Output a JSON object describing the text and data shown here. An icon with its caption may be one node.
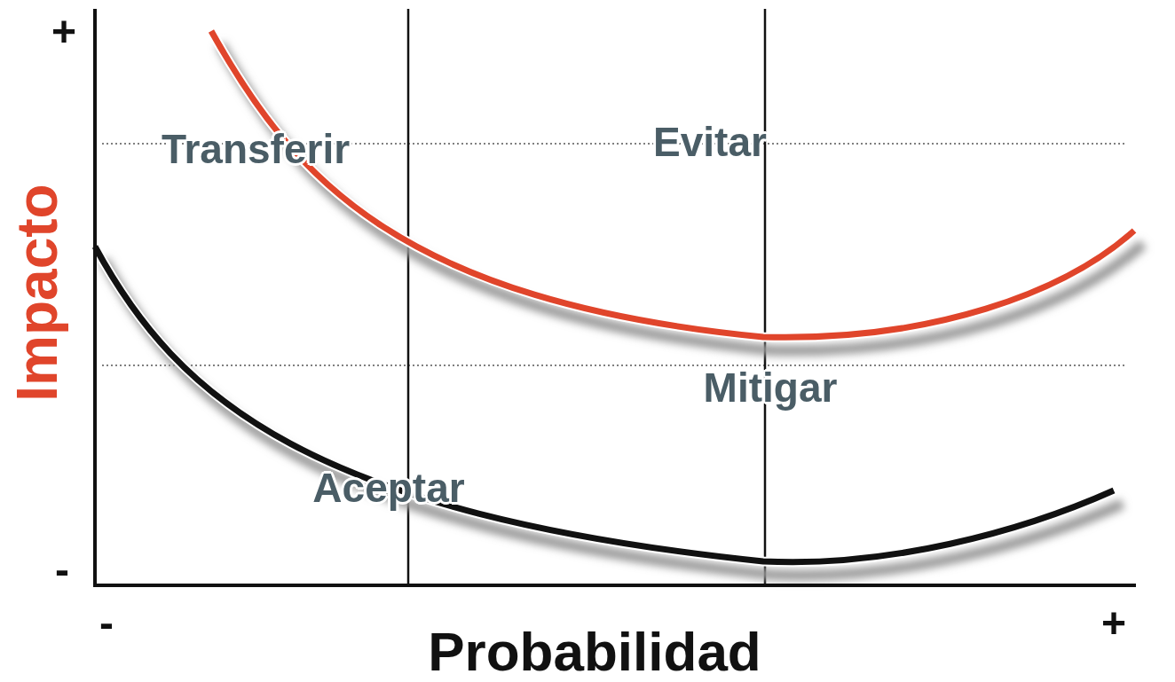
{
  "diagram": {
    "labels": [
      "+",
      "Impacto",
      "Transferir",
      "Evitar",
      "Mitigar",
      "Aceptar",
      "-",
      "-",
      "+",
      "Probabilidad"
    ]
  }
}
